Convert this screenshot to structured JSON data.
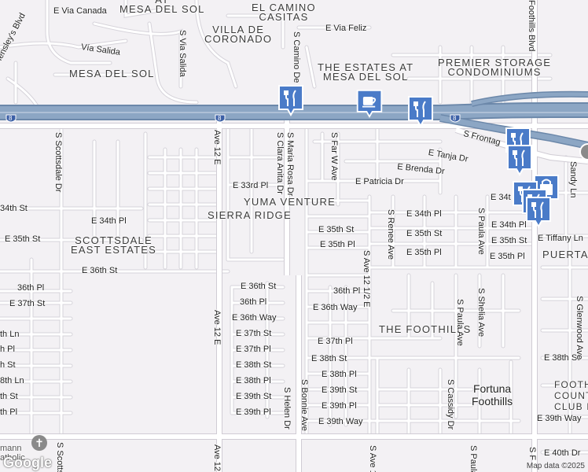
{
  "map": {
    "neighborhoods": {
      "mesa_del_sol_top": "AT\nMESA DEL SOL",
      "el_camino_casitas": "EL CAMINO\nCASITAS",
      "villa_de_coronado": "VILLA DE\nCORONADO",
      "mesa_del_sol": "MESA DEL SOL",
      "estates_mesa_del_sol": "THE ESTATES AT\nMESA DEL SOL",
      "premier_storage": "PREMIER STORAGE\nCONDOMINIUMS",
      "yuma_venture": "YUMA VENTURE",
      "sierra_ridge": "SIERRA RIDGE",
      "scottsdale_east": "SCOTTSDALE\nEAST ESTATES",
      "the_foothills": "THE FOOTHILLS",
      "puerta": "PUERTA B",
      "foothills_country": "FOOTHIL\nCOUNTR\nCLUB ESTA",
      "fortuna": "Fortuna\nFoothills"
    },
    "streets_h": {
      "via_canada": "E Via Canada",
      "via_feliz": "E Via Feliz",
      "via_salida": "Vía Salida",
      "tanja": "E Tanja Dr",
      "brenda": "E Brenda Dr",
      "patricia": "E Patricia Dr",
      "33rd": "E 33rd Pl",
      "34st_left": "34th St",
      "34pl_left": "E 34th Pl",
      "35st_left": "E 35th St",
      "36st_left": "E 36th St",
      "36pl_l": "36th Pl",
      "37st_l": "E 37th St",
      "37pl_l": "h Pl",
      "38st_l": "h St",
      "38ln_l": "8th Ln",
      "39st_l": "th St",
      "39pl_l": "th Pl",
      "34th_ln_l": "th Ln",
      "36st_mid": "E 36th St",
      "36pl_mid": "36th Pl",
      "36way_mid": "E 36th Way",
      "37st_mid": "E 37th St",
      "37pl_mid": "E 37th Pl",
      "38st_mid": "E 38th St",
      "38pl_mid": "E 38th Pl",
      "39st_mid": "E 39th St",
      "39pl_mid": "E 39th Pl",
      "35st_c": "E 35th St",
      "35pl_c": "E 35th Pl",
      "36pl_c": "36th Pl",
      "36way_c": "E 36th Way",
      "37pl_c": "E 37th Pl",
      "38st_c": "E 38th St",
      "38pl_c": "E 38th Pl",
      "39st_c": "E 39th St",
      "39pl_c": "E 39th Pl",
      "39way_c": "E 39th Way",
      "34pl_r": "E 34th Pl",
      "35st_r": "E 35th St",
      "35pl_r": "E 35th Pl",
      "34pl_r2": "E 34th Pl",
      "35st_r2": "E 35th St",
      "35pl_r2": "E 35th Pl",
      "tiffany": "E Tiffany Ln",
      "34th_r": "E 34t",
      "38st_r": "E 38th St",
      "39way_r": "E 39th Way",
      "40th_r": "E 40th Dr",
      "frontage": "S Frontag"
    },
    "streets_v": {
      "hensley": "S Hensley's Blvd",
      "via_salida_v": "S Via Salida",
      "camino_de": "S Camino De",
      "maria_rosa": "S Maria Rosa Dr",
      "clara_anita": "S Clara Anita Dr",
      "far_w": "S Far W Ave",
      "scottsdale": "S Scottsdale Dr",
      "ave12e_top": "Ave 12 E",
      "ave12e_mid": "Ave 12 E",
      "ave12e_bot": "Ave 12",
      "ave12half": "S Ave 12 1/2 E",
      "ave12half_bot": "S Ave 1",
      "renee": "S Renee Ave",
      "paula": "S Paula Ave",
      "paula2": "S Paula Ave",
      "paula_bot": "S Paula",
      "sheila": "S Shelia Ave",
      "helen": "S Helen Dr",
      "bonnie": "S Bonnie Ave",
      "cassidy": "S Cassidy Dr",
      "foothills": "Foothills Blvd",
      "sandy": "Sandy Ln",
      "glenwood": "S Glenwood Ave",
      "scottsdale_bot": "S Scottsd",
      "s_f_bot": "S F"
    },
    "shields": [
      "8",
      "8",
      "8"
    ],
    "misc": {
      "church": "mann\natholic"
    },
    "colors": {
      "background": "#f3f1f4",
      "road": "#ffffff",
      "road_outline": "#d6d3da",
      "highway": "#8ca6c4",
      "highway_edge": "#6c88aa",
      "poi": "#4a7bc8"
    },
    "icons": [
      "fork-knife-icon",
      "coffee-cup-icon",
      "shopping-bag-icon",
      "church-icon"
    ]
  },
  "footer": {
    "google": "Google",
    "copyright": "Map data ©2025"
  }
}
